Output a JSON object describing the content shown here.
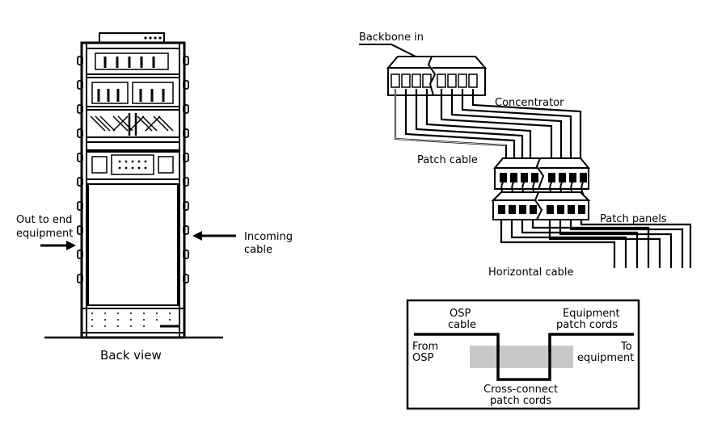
{
  "rack": {
    "caption": "Back view",
    "out_label_line1": "Out to end",
    "out_label_line2": "equipment",
    "in_label_line1": "Incoming",
    "in_label_line2": "cable"
  },
  "patch": {
    "backbone_label": "Backbone in",
    "concentrator_label": "Concentrator",
    "patch_cable_label": "Patch cable",
    "patch_panels_label": "Patch panels",
    "horizontal_cable_label": "Horizontal cable"
  },
  "crossconnect": {
    "osp_cable_line1": "OSP",
    "osp_cable_line2": "cable",
    "equip_cords_line1": "Equipment",
    "equip_cords_line2": "patch cords",
    "from_osp_line1": "From",
    "from_osp_line2": "OSP",
    "to_equip_line1": "To",
    "to_equip_line2": "equipment",
    "xconnect_line1": "Cross-connect",
    "xconnect_line2": "patch cords",
    "shade_color": "#c8c8c8"
  }
}
